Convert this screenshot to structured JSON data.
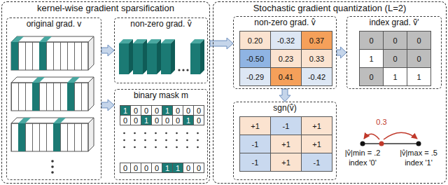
{
  "diagram": {
    "nodes": [
      {
        "text": [
          "kernel-wise gradient sparsification"
        ]
      },
      {
        "text": [
          "original grad. v"
        ],
        "in": 0
      },
      {
        "text": [
          "non-zero grad. v̂"
        ],
        "in": 0
      },
      {
        "text": [
          "binary mask m"
        ],
        "in": 0
      },
      {
        "text": [
          "Stochastic gradient quantization (L=2)"
        ]
      },
      {
        "text": [
          "non-zero grad. v̂"
        ],
        "in": 4
      },
      {
        "text": [
          "index grad. ṽ'"
        ],
        "in": 4
      },
      {
        "text": [
          "sgn(v̂)"
        ],
        "in": 4
      }
    ],
    "edges": [
      {
        "from": 1,
        "to": 2,
        "arrow": "to"
      },
      {
        "from": 1,
        "to": 3,
        "arrow": "to"
      },
      {
        "from": 0,
        "to": 5,
        "arrow": "to"
      },
      {
        "from": 5,
        "to": 6,
        "arrow": "to"
      },
      {
        "from": 5,
        "to": 7,
        "arrow": "to"
      }
    ],
    "labels": [
      "0.20",
      "-0.32",
      "0.37",
      "-0.50",
      "0.23",
      "0.33",
      "-0.29",
      "0.41",
      "-0.42",
      "0",
      "0",
      "0",
      "1",
      "0",
      "0",
      "0",
      "1",
      "1",
      "+1",
      "-1",
      "+1",
      "-1",
      "+1",
      "+1",
      "-1",
      "+1",
      "-1",
      "1",
      "0",
      "0",
      "0",
      "1",
      "0",
      "0",
      "0",
      "0",
      "0",
      "1",
      "0",
      "0",
      "0",
      "1",
      "0",
      "0",
      "0",
      "0",
      "0",
      "1",
      "1",
      "0",
      "0",
      "0.3",
      "|v̂|min = .2",
      "index '0'",
      "|v̂|max = .5",
      "index '1'"
    ]
  }
}
